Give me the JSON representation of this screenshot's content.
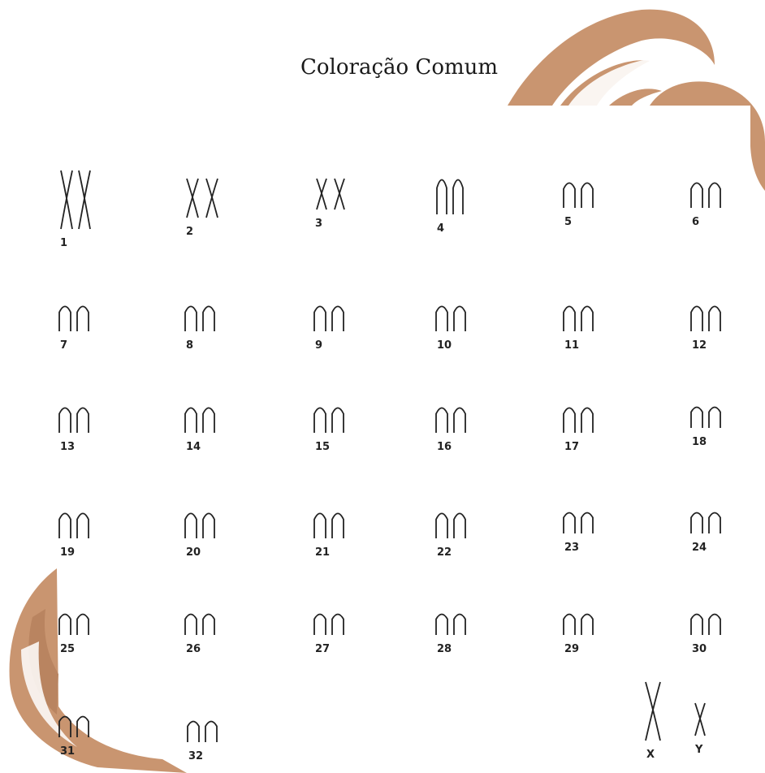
{
  "title": "Coloração Comum",
  "colors": {
    "accent": "#c99570",
    "line": "#222222"
  },
  "chromosomes": [
    {
      "label": "1",
      "shape": "x-long"
    },
    {
      "label": "2",
      "shape": "x"
    },
    {
      "label": "3",
      "shape": "x-short"
    },
    {
      "label": "4",
      "shape": "arch-tall"
    },
    {
      "label": "5",
      "shape": "arch"
    },
    {
      "label": "6",
      "shape": "arch"
    },
    {
      "label": "7",
      "shape": "arch"
    },
    {
      "label": "8",
      "shape": "arch"
    },
    {
      "label": "9",
      "shape": "arch"
    },
    {
      "label": "10",
      "shape": "arch"
    },
    {
      "label": "11",
      "shape": "arch"
    },
    {
      "label": "12",
      "shape": "arch"
    },
    {
      "label": "13",
      "shape": "arch"
    },
    {
      "label": "14",
      "shape": "arch"
    },
    {
      "label": "15",
      "shape": "arch"
    },
    {
      "label": "16",
      "shape": "arch"
    },
    {
      "label": "17",
      "shape": "arch"
    },
    {
      "label": "18",
      "shape": "arch-small"
    },
    {
      "label": "19",
      "shape": "arch"
    },
    {
      "label": "20",
      "shape": "arch"
    },
    {
      "label": "21",
      "shape": "arch"
    },
    {
      "label": "22",
      "shape": "arch"
    },
    {
      "label": "23",
      "shape": "arch-small"
    },
    {
      "label": "24",
      "shape": "arch-small"
    },
    {
      "label": "25",
      "shape": "arch-small"
    },
    {
      "label": "26",
      "shape": "arch-small"
    },
    {
      "label": "27",
      "shape": "arch-small"
    },
    {
      "label": "28",
      "shape": "arch-small"
    },
    {
      "label": "29",
      "shape": "arch-small"
    },
    {
      "label": "30",
      "shape": "arch-small"
    },
    {
      "label": "31",
      "shape": "arch-small"
    },
    {
      "label": "32",
      "shape": "arch-small"
    },
    {
      "label": "X",
      "shape": "single-x"
    },
    {
      "label": "Y",
      "shape": "single-y"
    }
  ]
}
